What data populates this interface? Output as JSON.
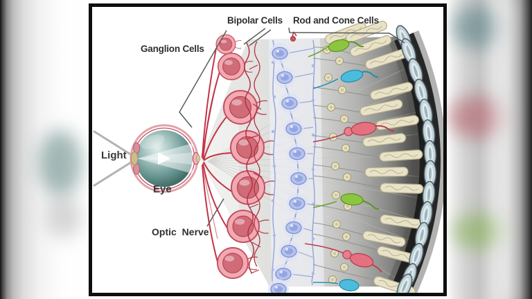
{
  "diagram": {
    "labels": {
      "light": "Light",
      "eye": "Eye",
      "optic_nerve": "Optic Nerve",
      "ganglion_cells": "Ganglion Cells",
      "bipolar_cells": "Bipolar Cells",
      "rod_and_cone_cells": "Rod and Cone Cells"
    },
    "colors": {
      "panel_border": "#0e0e0e",
      "label_text": "#2f2f2f",
      "eyeball_teal": "#6e9b97",
      "sclera_rim_pink": "#e3a2ab",
      "ganglion_cell_pink": "#f2a9b2",
      "nerve_fiber_red": "#c23345",
      "bipolar_cell_blue": "#b5c2ec",
      "nuclei_tan": "#e8e2c4",
      "rod_tan": "#e8e2c8",
      "cone_green": "#8cc63f",
      "cone_cyan": "#4cbcdc",
      "cone_red": "#e4717f",
      "pigment_capsule_blue_gray": "#c2d4da"
    },
    "cell_counts": {
      "ganglion_cells": 7,
      "bipolar_cells": 11,
      "rods": 15,
      "cones": 6,
      "pigment_capsules": 14
    }
  }
}
